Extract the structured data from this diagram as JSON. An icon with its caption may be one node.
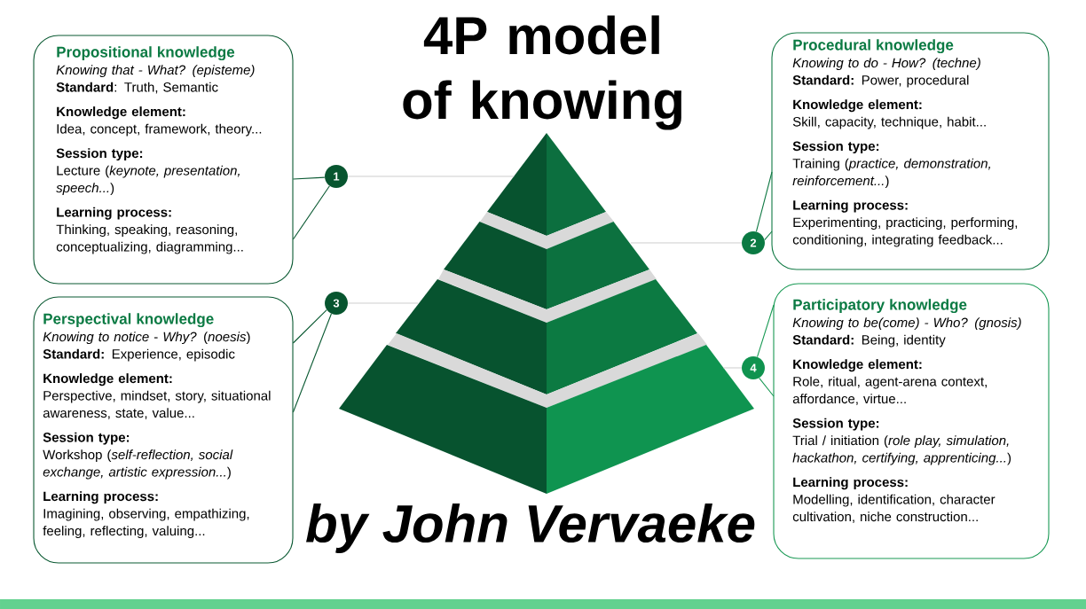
{
  "diagram": {
    "title": "4P model of knowing",
    "nodes": [
      {
        "text": [
          "Propositional knowledge",
          "*Knowing that - What? (episteme)*",
          "**Standard**: Truth, Semantic",
          "Knowledge element:",
          "Idea, concept, framework, theory...",
          "Session type:",
          "Lecture (*keynote, presentation, speech...*)",
          "Learning process:",
          "Thinking, speaking, reasoning, conceptualizing, diagramming..."
        ]
      },
      {
        "text": [
          "Procedural knowledge",
          "*Knowing to do - How? (techne)*",
          "**Standard:** Power, procedural",
          "Knowledge element:",
          "Skill, capacity, technique, habit...",
          "Session type:",
          "Training (*practice, demonstration, reinforcement...*)",
          "Learning process:",
          "Experimenting, practicing, performing, conditioning, integrating feedback..."
        ]
      },
      {
        "text": [
          "Perspectival knowledge",
          "*Knowing to notice* - *Why?* (*noesis*)",
          "**Standard:** Experience, episodic",
          "Knowledge element:",
          "Perspective, mindset, story, situational awareness, state, value...",
          "Session type:",
          "Workshop (*self-reflection, social exchange, artistic expression...*)",
          "Learning process:",
          "Imagining, observing, empathizing, feeling, reflecting, valuing..."
        ]
      },
      {
        "text": [
          "Participatory knowledge",
          "*Knowing to be(come) - Who? (gnosis)*",
          "**Standard:** Being, identity",
          "Knowledge element:",
          "Role, ritual, agent-arena context, affordance, virtue...",
          "Session type:",
          "Trial / initiation (*role play, simulation, hackathon, certifying, apprenticing...*)",
          "Learning process:",
          "Modelling, identification, character cultivation, niche construction..."
        ]
      },
      {
        "text": [
          "1"
        ]
      },
      {
        "text": [
          "2"
        ]
      },
      {
        "text": [
          "3"
        ]
      },
      {
        "text": [
          "4"
        ]
      },
      {
        "text": [],
        "shape": "triangle"
      },
      {
        "text": [],
        "shape": "trapezoid"
      },
      {
        "text": [],
        "shape": "trapezoid"
      },
      {
        "text": [],
        "shape": "trapezoid"
      }
    ],
    "edges": [
      {
        "from": 0,
        "to": 4,
        "arrow": "none",
        "color": "#0b5a33"
      },
      {
        "from": 1,
        "to": 5,
        "arrow": "none",
        "color": "#127a45"
      },
      {
        "from": 2,
        "to": 6,
        "arrow": "none",
        "color": "#0b5a33"
      },
      {
        "from": 3,
        "to": 7,
        "arrow": "none",
        "color": "#1a9a55"
      },
      {
        "from": 4,
        "to": 8,
        "arrow": "none",
        "color": "#c8c8c8"
      },
      {
        "from": 5,
        "to": 9,
        "arrow": "none",
        "color": "#c8c8c8"
      },
      {
        "from": 6,
        "to": 10,
        "arrow": "none",
        "color": "#c8c8c8"
      },
      {
        "from": 7,
        "to": 11,
        "arrow": "none",
        "color": "#c8c8c8"
      }
    ],
    "labels": [
      "by John Vervaeke"
    ]
  }
}
